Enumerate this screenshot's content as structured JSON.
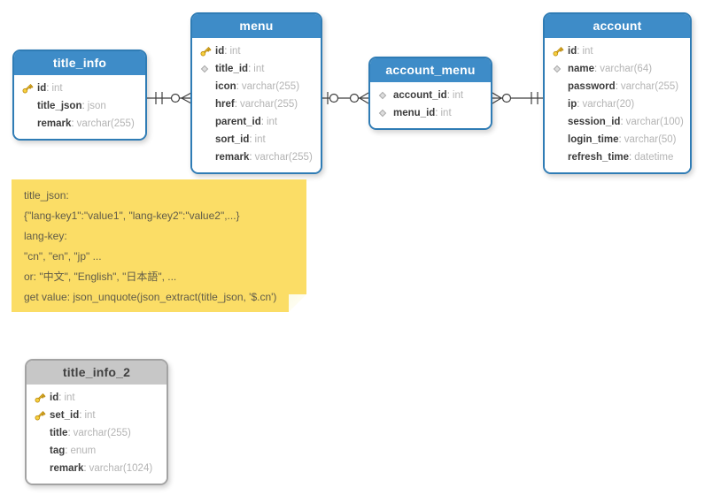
{
  "ui": {
    "colon": ":"
  },
  "colors": {
    "table_header_blue": "#3e8cc8",
    "table_border_blue": "#2f7cb5",
    "table_header_gray": "#c7c7c7",
    "table_border_gray": "#a3a3a3",
    "note_background": "#fbdd66",
    "key_icon_gold": "#f6cf3f",
    "diamond_icon_gray": "#dcdcdc",
    "field_name_text": "#3c3c3c",
    "field_type_text": "#b4b4b4",
    "connector_line": "#3f3f3f"
  },
  "tables": [
    {
      "name": "title_info",
      "style": "blue",
      "columns": [
        {
          "icon": "key",
          "name": "id",
          "type": "int"
        },
        {
          "icon": "none",
          "name": "title_json",
          "type": "json"
        },
        {
          "icon": "none",
          "name": "remark",
          "type": "varchar(255)"
        }
      ]
    },
    {
      "name": "menu",
      "style": "blue",
      "columns": [
        {
          "icon": "key",
          "name": "id",
          "type": "int"
        },
        {
          "icon": "fk",
          "name": "title_id",
          "type": "int"
        },
        {
          "icon": "none",
          "name": "icon",
          "type": "varchar(255)"
        },
        {
          "icon": "none",
          "name": "href",
          "type": "varchar(255)"
        },
        {
          "icon": "none",
          "name": "parent_id",
          "type": "int"
        },
        {
          "icon": "none",
          "name": "sort_id",
          "type": "int"
        },
        {
          "icon": "none",
          "name": "remark",
          "type": "varchar(255)"
        }
      ]
    },
    {
      "name": "account_menu",
      "style": "blue",
      "columns": [
        {
          "icon": "fk",
          "name": "account_id",
          "type": "int"
        },
        {
          "icon": "fk",
          "name": "menu_id",
          "type": "int"
        }
      ]
    },
    {
      "name": "account",
      "style": "blue",
      "columns": [
        {
          "icon": "key",
          "name": "id",
          "type": "int"
        },
        {
          "icon": "fk",
          "name": "name",
          "type": "varchar(64)"
        },
        {
          "icon": "none",
          "name": "password",
          "type": "varchar(255)"
        },
        {
          "icon": "none",
          "name": "ip",
          "type": "varchar(20)"
        },
        {
          "icon": "none",
          "name": "session_id",
          "type": "varchar(100)"
        },
        {
          "icon": "none",
          "name": "login_time",
          "type": "varchar(50)"
        },
        {
          "icon": "none",
          "name": "refresh_time",
          "type": "datetime"
        }
      ]
    },
    {
      "name": "title_info_2",
      "style": "gray",
      "columns": [
        {
          "icon": "key",
          "name": "id",
          "type": "int"
        },
        {
          "icon": "key",
          "name": "set_id",
          "type": "int"
        },
        {
          "icon": "none",
          "name": "title",
          "type": "varchar(255)"
        },
        {
          "icon": "none",
          "name": "tag",
          "type": "enum"
        },
        {
          "icon": "none",
          "name": "remark",
          "type": "varchar(1024)"
        }
      ]
    }
  ],
  "note": {
    "lines": [
      "title_json:",
      "{\"lang-key1\":\"value1\", \"lang-key2\":\"value2\",...}",
      "lang-key:",
      "\"cn\", \"en\", \"jp\" ...",
      "or: \"中文\", \"English\", \"日本語\", ...",
      "get value: json_unquote(json_extract(title_json, '$.cn')"
    ]
  },
  "relationships": [
    {
      "from": "title_info",
      "to": "menu",
      "from_cardinality": "exactly-one",
      "to_cardinality": "zero-or-many"
    },
    {
      "from": "menu",
      "to": "account_menu",
      "from_cardinality": "zero-or-one",
      "to_cardinality": "zero-or-many"
    },
    {
      "from": "account_menu",
      "to": "account",
      "from_cardinality": "zero-or-many",
      "to_cardinality": "exactly-one"
    }
  ]
}
